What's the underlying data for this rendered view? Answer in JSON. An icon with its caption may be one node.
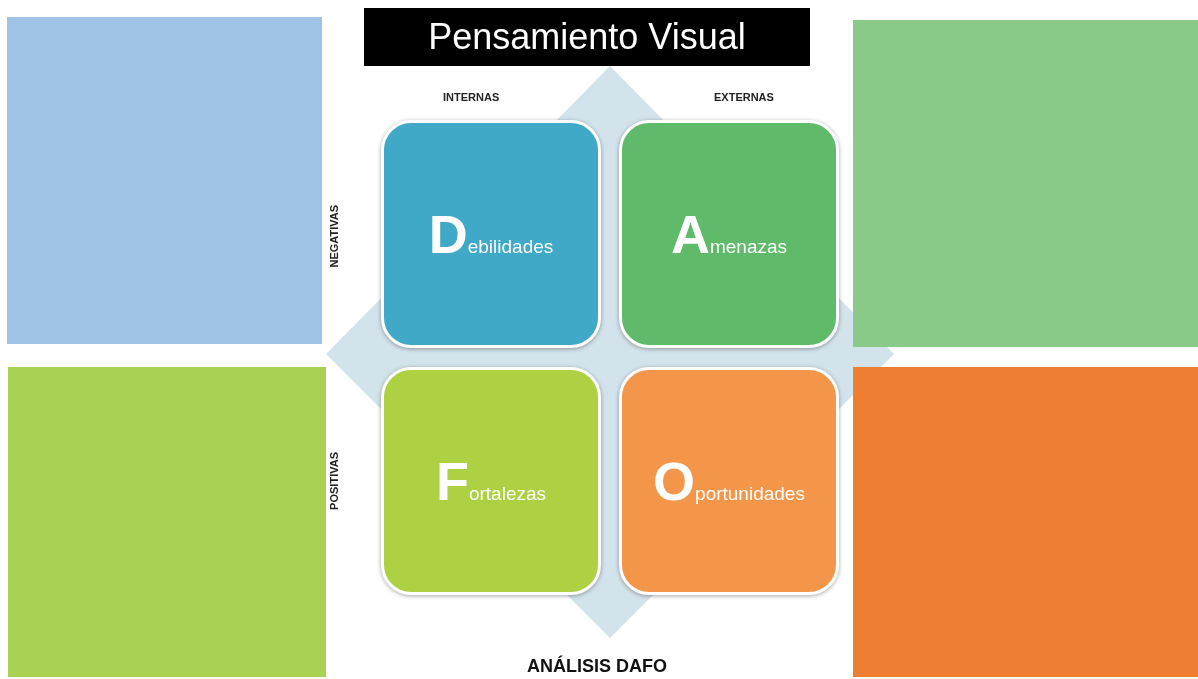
{
  "diagram": {
    "title": "Pensamiento Visual",
    "caption": "ANÁLISIS DAFO",
    "nodes": [
      {
        "text": [],
        "shape": "box"
      },
      {
        "text": [
          "Debilidades"
        ]
      },
      {
        "text": [
          "Amenazas"
        ]
      },
      {
        "text": [],
        "shape": "box"
      },
      {
        "text": [],
        "shape": "box"
      },
      {
        "text": [
          "Fortalezas"
        ]
      },
      {
        "text": [
          "Oportunidades"
        ]
      },
      {
        "text": [],
        "shape": "box"
      }
    ],
    "edges": [],
    "labels": [
      "INTERNAS",
      "EXTERNAS",
      "NEGATIVAS",
      "POSITIVAS"
    ]
  }
}
